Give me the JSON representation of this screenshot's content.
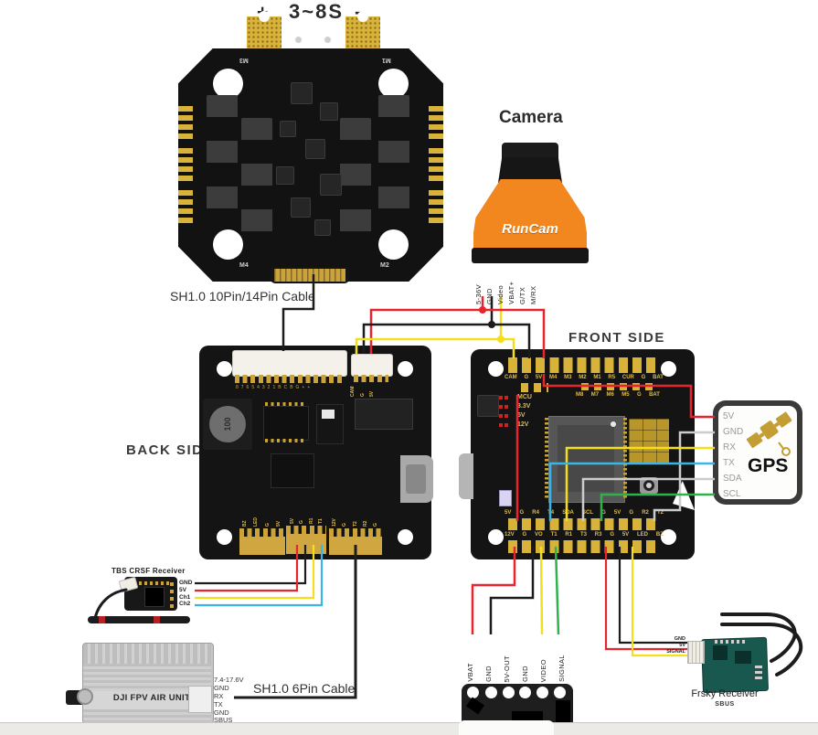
{
  "esc": {
    "title_plus": "+",
    "title": "3~8S",
    "title_minus": "-",
    "cable_label": "SH1.0 10Pin/14Pin Cable",
    "corner_labels": [
      "M3",
      "M1",
      "M4",
      "M2"
    ],
    "connector_silkscreen": "87654321BCBG++"
  },
  "camera": {
    "title": "Camera",
    "brand": "RunCam",
    "pins": [
      "5-36V",
      "GND",
      "Video",
      "VBAT+",
      "G/TX",
      "M/RX"
    ]
  },
  "front_board": {
    "label": "FRONT SIDE",
    "top_row": [
      "CAM",
      "G",
      "5V",
      "M4",
      "M3",
      "M2",
      "M1",
      "R5",
      "CUR",
      "G",
      "BAT"
    ],
    "second_row": [
      "M8",
      "M7",
      "M6",
      "M5",
      "G",
      "BAT"
    ],
    "status_labels": [
      "MCU",
      "3.3V",
      "5V",
      "12V"
    ],
    "io_row_upper": [
      "5V",
      "G",
      "R4",
      "T4",
      "SDA",
      "SCL",
      "G",
      "5V",
      "G",
      "R2",
      "T2"
    ],
    "io_row_lower": [
      "12V",
      "G",
      "VO",
      "T1",
      "R1",
      "T3",
      "R3",
      "G",
      "5V",
      "LED",
      "BZ"
    ]
  },
  "back_board": {
    "label": "BACK SIDE",
    "inductor_label": "100",
    "cam_conn_pins": [
      "CAM",
      "G",
      "5V"
    ],
    "bottom_left_pins": [
      "BZ",
      "LED",
      "G",
      "5V"
    ],
    "bottom_mid_pins": [
      "5V",
      "G",
      "R1",
      "T1"
    ],
    "bottom_right_pins": [
      "12V",
      "G",
      "T2",
      "R2",
      "G"
    ]
  },
  "gps": {
    "label": "GPS",
    "pins": [
      "5V",
      "GND",
      "RX",
      "TX",
      "SDA",
      "SCL"
    ]
  },
  "tbs_receiver": {
    "title": "TBS CRSF Receiver",
    "pins": [
      "GND",
      "5V",
      "Ch1",
      "Ch2"
    ]
  },
  "dji_unit": {
    "label": "DJI FPV AIR UNIT",
    "pins": [
      "7.4-17.6V",
      "GND",
      "RX",
      "TX",
      "GND",
      "SBUS"
    ],
    "cable_label": "SH1.0 6Pin Cable"
  },
  "vtx_pads": {
    "pins": [
      "VBAT",
      "GND",
      "5V-OUT",
      "GND",
      "VIDEO",
      "SIGNAL"
    ]
  },
  "frsky_receiver": {
    "title": "Frsky Receiver",
    "subtitle": "SBUS",
    "pins": [
      "GND",
      "5V",
      "SIGNAL"
    ]
  },
  "colors": {
    "wire_red": "#e8242e",
    "wire_yellow": "#f4df1c",
    "wire_black": "#1c1c1c",
    "wire_blue": "#3ab5e8",
    "wire_green": "#2db34a",
    "wire_grey": "#cccccc",
    "camera_orange": "#f2871f",
    "pcb_black": "#141414",
    "pad_gold": "#d9b23a"
  }
}
